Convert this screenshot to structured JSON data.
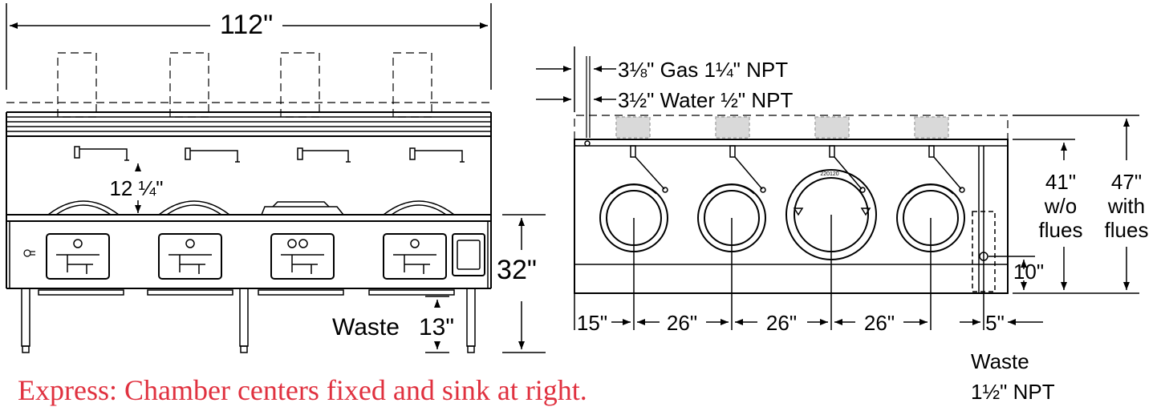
{
  "front_view": {
    "width_label": "112\"",
    "burner_spacing_label": "12 ¼\"",
    "height_label": "32\"",
    "waste_label": "Waste",
    "waste_height_label": "13\""
  },
  "side_view": {
    "gas_label": "3⅛\" Gas 1¼\" NPT",
    "water_label": "3½\" Water  ½\" NPT",
    "height_without_flues": "41\"",
    "height_without_flues_note_1": "w/o",
    "height_without_flues_note_2": "flues",
    "height_with_flues": "47\"",
    "height_with_flues_note_1": "with",
    "height_with_flues_note_2": "flues",
    "sink_height": "10\"",
    "spacing_1": "15\"",
    "spacing_2": "26\"",
    "spacing_3": "26\"",
    "spacing_4": "26\"",
    "spacing_5": "5\"",
    "waste_label": "Waste",
    "waste_size": "1½\" NPT",
    "chamber_marking": "220120"
  },
  "caption": "Express:  Chamber centers fixed and sink at right."
}
